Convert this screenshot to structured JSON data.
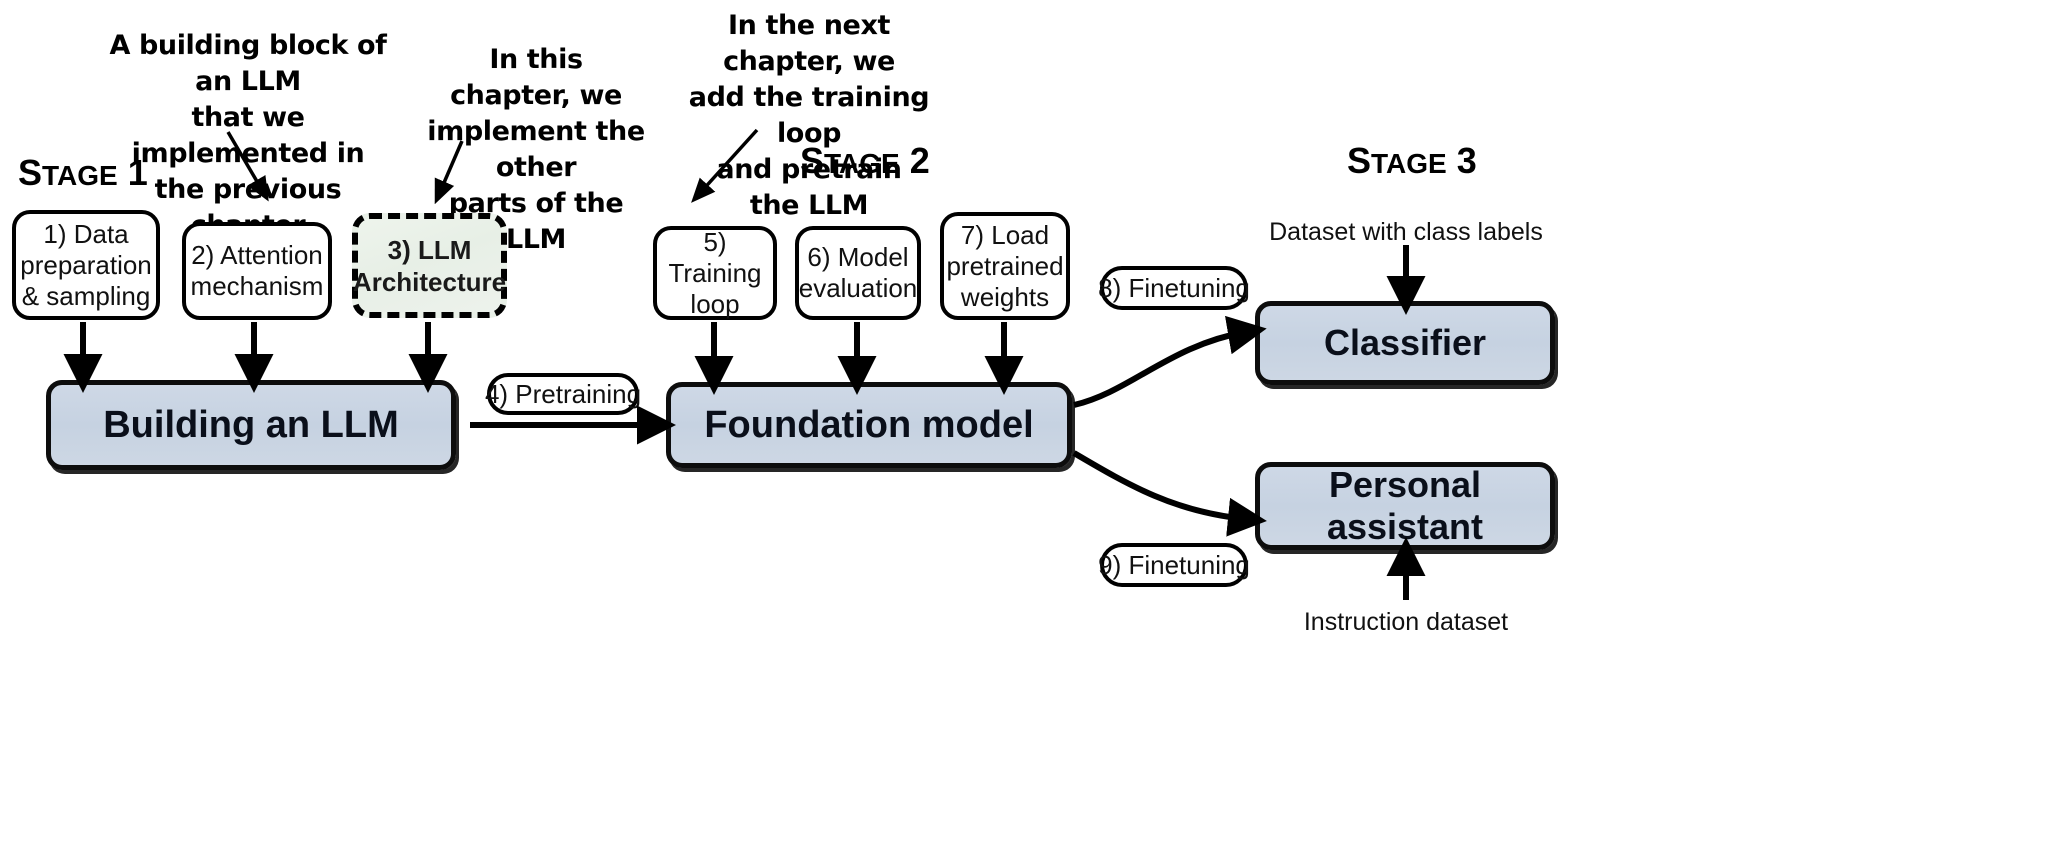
{
  "figure": {
    "background": "#ffffff",
    "accent_box_fill": "#c8d4e3",
    "highlight_box_fill": "#e9f0e7",
    "line_color": "#000000"
  },
  "annotations": [
    {
      "id": "annot-previous-chapter",
      "lines": [
        "A building block of an LLM",
        "that we implemented in",
        "the previous chapter"
      ],
      "text": "A building block of an LLM that we implemented in the previous chapter",
      "points_to": "2) Attention mechanism"
    },
    {
      "id": "annot-this-chapter",
      "lines": [
        "In this chapter, we",
        "implement the other",
        "parts of the LLM"
      ],
      "text": "In this chapter, we implement the other parts of the LLM",
      "points_to": "3) LLM Architecture"
    },
    {
      "id": "annot-next-chapter",
      "lines": [
        "In the next chapter, we",
        "add the training loop",
        "and pretrain the LLM"
      ],
      "text": "In the next chapter, we add the training loop and pretrain the LLM",
      "points_to": "5) Training loop"
    }
  ],
  "stages": [
    {
      "id": "stage-1",
      "prefix": "S",
      "rest": "TAGE",
      "number": "1",
      "label": "Stage 1"
    },
    {
      "id": "stage-2",
      "prefix": "S",
      "rest": "TAGE",
      "number": "2",
      "label": "Stage 2"
    },
    {
      "id": "stage-3",
      "prefix": "S",
      "rest": "TAGE",
      "number": "3",
      "label": "Stage 3"
    }
  ],
  "steps": [
    {
      "id": "step-1",
      "number": "1)",
      "lines": [
        "1) Data",
        "preparation",
        "& sampling"
      ],
      "text": "1) Data preparation & sampling",
      "stage": "Stage 1",
      "highlighted": false
    },
    {
      "id": "step-2",
      "number": "2)",
      "lines": [
        "2) Attention",
        "mechanism"
      ],
      "text": "2) Attention mechanism",
      "stage": "Stage 1",
      "highlighted": false
    },
    {
      "id": "step-3",
      "number": "3)",
      "lines": [
        "3) LLM",
        "Architecture"
      ],
      "text": "3) LLM Architecture",
      "stage": "Stage 1",
      "highlighted": true
    },
    {
      "id": "step-5",
      "number": "5)",
      "lines": [
        "5) Training",
        "loop"
      ],
      "text": "5) Training loop",
      "stage": "Stage 2",
      "highlighted": false
    },
    {
      "id": "step-6",
      "number": "6)",
      "lines": [
        "6) Model",
        "evaluation"
      ],
      "text": "6) Model evaluation",
      "stage": "Stage 2",
      "highlighted": false
    },
    {
      "id": "step-7",
      "number": "7)",
      "lines": [
        "7) Load",
        "pretrained",
        "weights"
      ],
      "text": "7) Load pretrained weights",
      "stage": "Stage 2",
      "highlighted": false
    }
  ],
  "edge_labels": [
    {
      "id": "label-4-pretraining",
      "text": "4) Pretraining",
      "from": "Building an LLM",
      "to": "Foundation model"
    },
    {
      "id": "label-8-finetuning",
      "text": "8) Finetuning",
      "from": "Foundation model",
      "to": "Classifier"
    },
    {
      "id": "label-9-finetuning",
      "text": "9) Finetuning",
      "from": "Foundation model",
      "to": "Personal assistant"
    }
  ],
  "outcomes": [
    {
      "id": "box-building-an-llm",
      "text": "Building an LLM",
      "stage": "Stage 1"
    },
    {
      "id": "box-foundation-model",
      "text": "Foundation model",
      "stage": "Stage 2"
    },
    {
      "id": "box-classifier",
      "text": "Classifier",
      "stage": "Stage 3"
    },
    {
      "id": "box-personal-assistant",
      "text": "Personal assistant",
      "stage": "Stage 3"
    }
  ],
  "captions": [
    {
      "id": "caption-class-labels",
      "text": "Dataset with class labels",
      "feeds": "Classifier"
    },
    {
      "id": "caption-instruction-dataset",
      "text": "Instruction dataset",
      "feeds": "Personal assistant"
    }
  ]
}
